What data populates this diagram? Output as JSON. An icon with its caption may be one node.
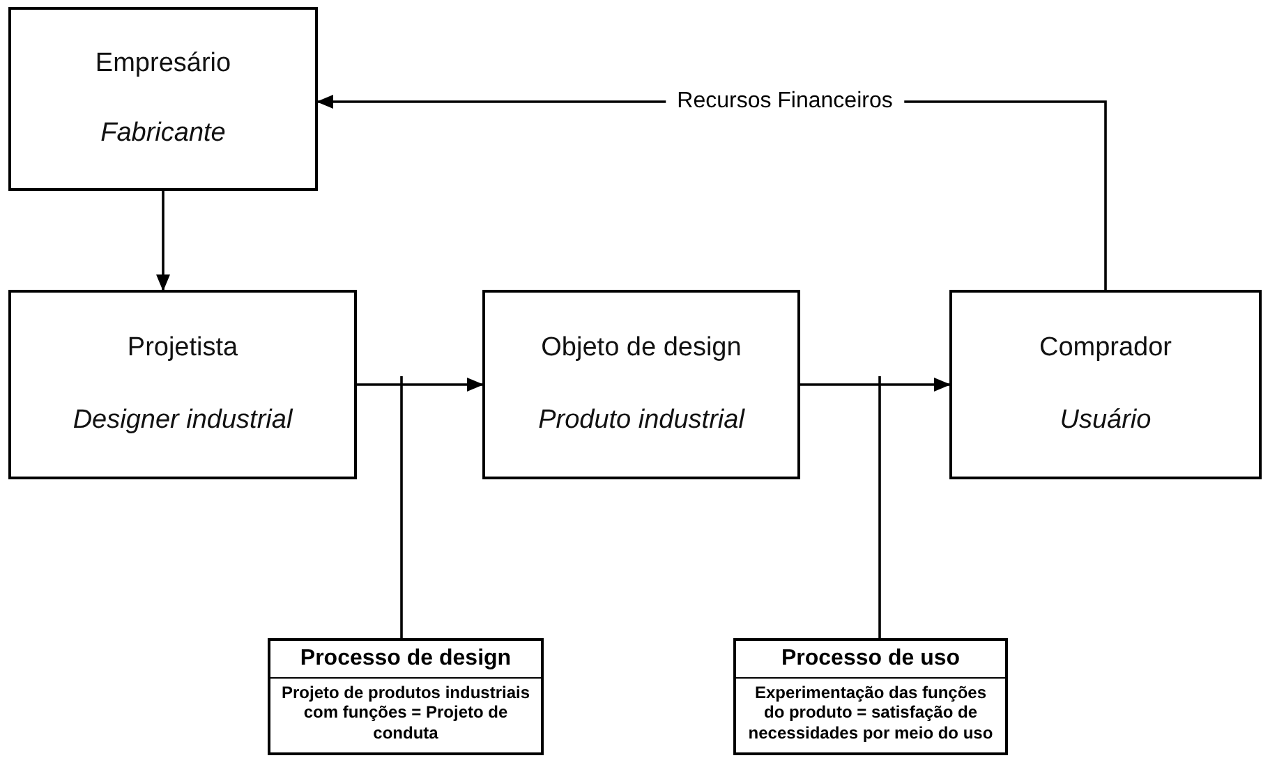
{
  "diagram": {
    "nodes": [
      {
        "text": [
          "Empresário",
          "Fabricante"
        ]
      },
      {
        "text": [
          "Projetista",
          "Designer industrial"
        ]
      },
      {
        "text": [
          "Objeto de design",
          "Produto industrial"
        ]
      },
      {
        "text": [
          "Comprador",
          "Usuário"
        ]
      },
      {
        "text": [
          "Processo de design",
          "Projeto de produtos industriais com funções = Projeto de conduta"
        ]
      },
      {
        "text": [
          "Processo de uso",
          "Experimentação das funções do produto = satisfação de necessidades por meio do uso"
        ]
      }
    ],
    "edges": [
      {
        "from": 0,
        "to": 1,
        "arrow": "to"
      },
      {
        "from": 1,
        "to": 2,
        "arrow": "to"
      },
      {
        "from": 2,
        "to": 3,
        "arrow": "to"
      },
      {
        "from": 3,
        "to": 0,
        "arrow": "to",
        "label": "Recursos Financeiros"
      },
      {
        "from": 4,
        "to": null,
        "arrow": "none"
      },
      {
        "from": 5,
        "to": null,
        "arrow": "none"
      }
    ]
  }
}
